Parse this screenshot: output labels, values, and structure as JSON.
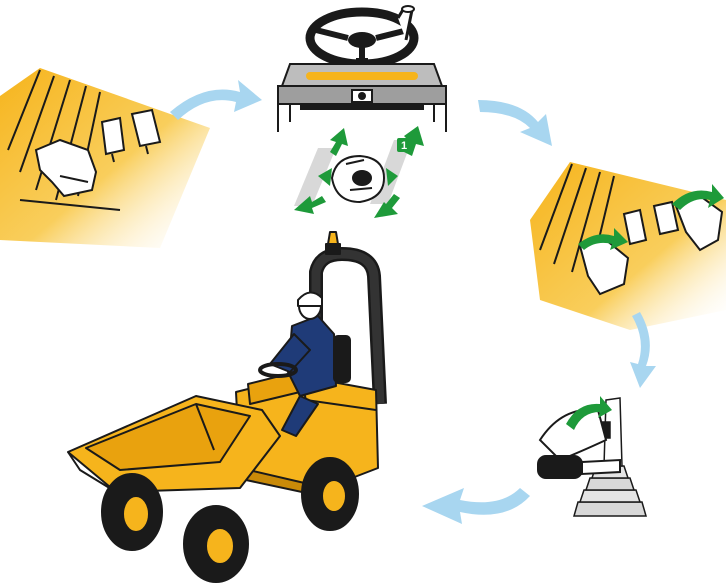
{
  "diagram": {
    "step_badge": "1",
    "colors": {
      "yellow": "#F6B41C",
      "yellow_light": "#FCE7A6",
      "arrow_blue": "#A8D6F0",
      "arrow_green": "#1E9A3A",
      "outline": "#1A1A1A",
      "glove": "#FFFFFF",
      "shadow_grey": "#BDBDBD",
      "operator_blue": "#1F3B78",
      "beacon": "#F6B41C"
    },
    "panels": [
      {
        "id": "foot-pedals-left",
        "icon": "foot-on-pedal-icon"
      },
      {
        "id": "steering-console",
        "icon": "steering-wheel-icon"
      },
      {
        "id": "joystick-directions",
        "icon": "hand-joystick-icon"
      },
      {
        "id": "foot-pedals-right",
        "icon": "foot-pedals-release-icon"
      },
      {
        "id": "lever-control",
        "icon": "hand-lever-icon"
      },
      {
        "id": "site-dumper",
        "icon": "site-dumper-icon"
      }
    ]
  }
}
